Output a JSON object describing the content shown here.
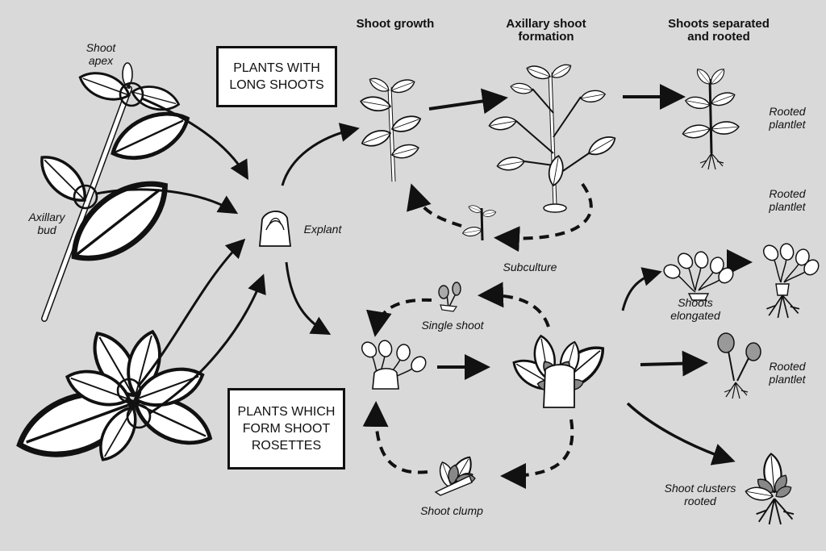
{
  "headers": {
    "shoot_growth": "Shoot growth",
    "axillary_line1": "Axillary shoot",
    "axillary_line2": "formation",
    "separated_line1": "Shoots separated",
    "separated_line2": "and rooted"
  },
  "boxes": {
    "long_line1": "PLANTS WITH",
    "long_line2": "LONG SHOOTS",
    "rosette_line1": "PLANTS WHICH",
    "rosette_line2": "FORM SHOOT",
    "rosette_line3": "ROSETTES"
  },
  "labels": {
    "shoot_apex_1": "Shoot",
    "shoot_apex_2": "apex",
    "axillary_bud_1": "Axillary",
    "axillary_bud_2": "bud",
    "explant": "Explant",
    "subculture": "Subculture",
    "single_shoot": "Single  shoot",
    "shoot_clump": "Shoot  clump",
    "rooted_1a": "Rooted",
    "rooted_1b": "plantlet",
    "rooted_2a": "Rooted",
    "rooted_2b": "plantlet",
    "rooted_3a": "Rooted",
    "rooted_3b": "plantlet",
    "elongated_1": "Shoots",
    "elongated_2": "elongated",
    "clusters_1": "Shoot  clusters",
    "clusters_2": "rooted"
  }
}
